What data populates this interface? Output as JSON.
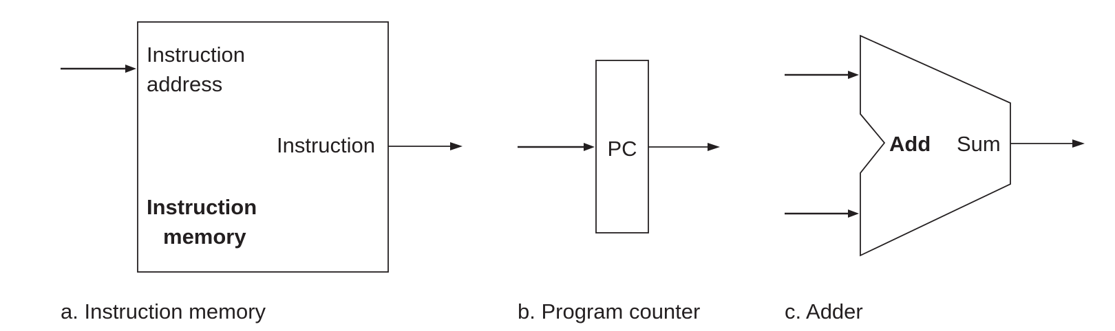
{
  "instruction_memory": {
    "input_label_line1": "Instruction",
    "input_label_line2": "address",
    "output_label": "Instruction",
    "title_line1": "Instruction",
    "title_line2": "memory",
    "caption": "a. Instruction memory"
  },
  "program_counter": {
    "label": "PC",
    "caption": "b. Program counter"
  },
  "adder": {
    "label": "Add",
    "output_label": "Sum",
    "caption": "c. Adder"
  }
}
